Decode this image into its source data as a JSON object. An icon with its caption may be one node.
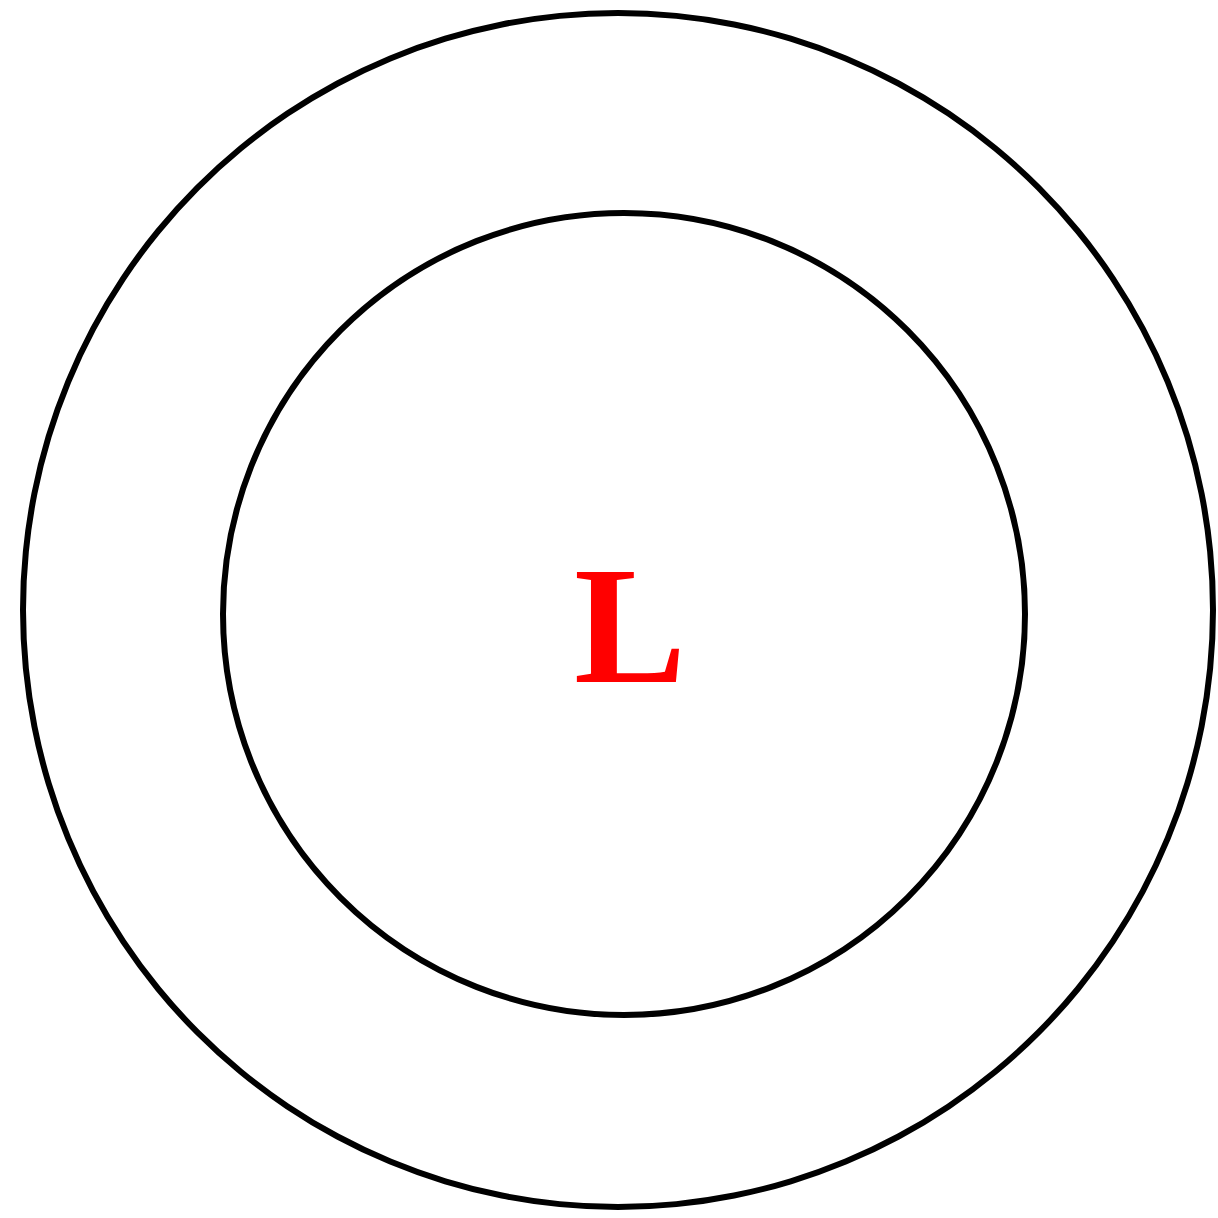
{
  "diagram": {
    "nodes": [
      {
        "text": [],
        "shape": "circle"
      },
      {
        "text": [
          "L"
        ],
        "in": 0
      }
    ]
  }
}
